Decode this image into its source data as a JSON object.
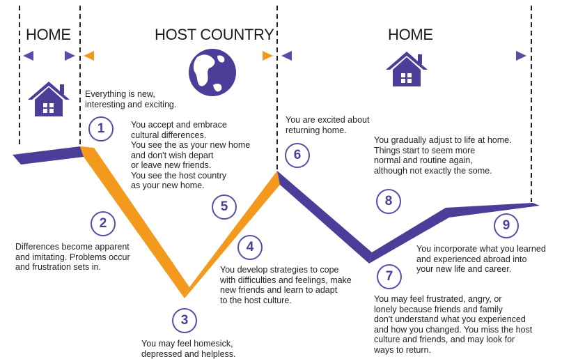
{
  "colors": {
    "orange": "#f39a1e",
    "purple": "#4c3d99",
    "label_text": "#222222",
    "background": "#ffffff"
  },
  "sections": {
    "home_left": "HOME",
    "host_country": "HOST COUNTRY",
    "home_right": "HOME"
  },
  "icons": {
    "house": "house-icon",
    "globe": "globe-icon"
  },
  "stages": [
    {
      "number": "1",
      "text": "Everything is new,\ninteresting and exciting."
    },
    {
      "number": "2",
      "text": "Differences become apparent\nand imitating. Problems occur\nand frustration sets in."
    },
    {
      "number": "3",
      "text": "You may feel homesick,\ndepressed and helpless."
    },
    {
      "number": "4",
      "text": "You develop strategies to cope\nwith difficulties and feelings, make\nnew friends and learn to adapt\nto the host culture."
    },
    {
      "number": "5",
      "text": "You accept and embrace\ncultural differences.\nYou see the as your new home\nand don't wish depart\nor leave new friends.\nYou see the host country\nas your new home."
    },
    {
      "number": "6",
      "text": "You are excited about\nreturning home."
    },
    {
      "number": "7",
      "text": "You may feel frustrated, angry, or\nlonely because friends and family\ndon't understand what you experienced\nand how you changed. You miss the host\nculture and friends, and may look for\nways to return."
    },
    {
      "number": "8",
      "text": "You gradually adjust to life at home.\nThings start to seem more\nnormal and routine again,\nalthough not exactly the some."
    },
    {
      "number": "9",
      "text": "You incorporate what you learned\nand experienced abroad into\nyour new life and career."
    }
  ]
}
